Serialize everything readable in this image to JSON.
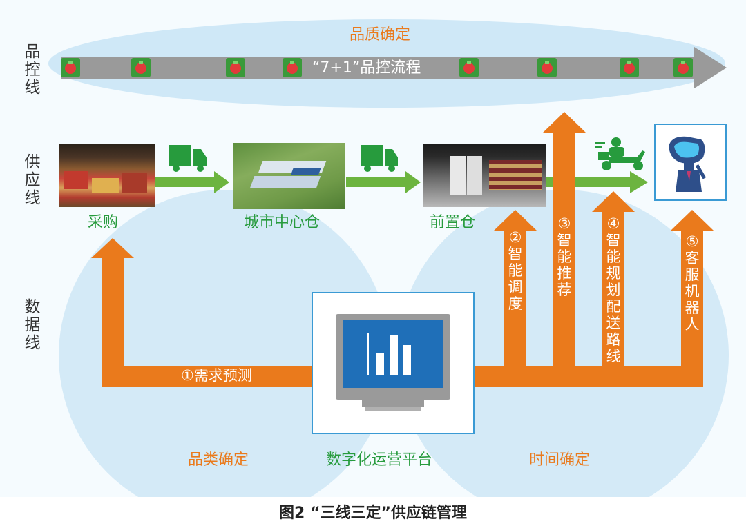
{
  "lanes": {
    "quality": "品控线",
    "supply": "供应线",
    "data": "数据线"
  },
  "top": {
    "title": "品质确定",
    "process": "“7+1”品控流程"
  },
  "nodes": {
    "purchase": "采购",
    "city_warehouse": "城市中心仓",
    "front_warehouse": "前置仓"
  },
  "steps": {
    "s1": "①需求预测",
    "s2_num": "②",
    "s2_text": "智能调度",
    "s3_num": "③",
    "s3_text": "智能推荐",
    "s4_num": "④",
    "s4_text": "智能规划配送路线",
    "s5_num": "⑤",
    "s5_text": "客服机器人"
  },
  "bottom": {
    "category": "品类确定",
    "platform": "数字化运营平台",
    "time": "时间确定"
  },
  "caption": "图2 “三线三定”供应链管理",
  "colors": {
    "orange": "#ea7a1c",
    "green": "#279b3d",
    "blue_panel": "#1f6fb8",
    "ellipse": "#cfe8f7"
  }
}
